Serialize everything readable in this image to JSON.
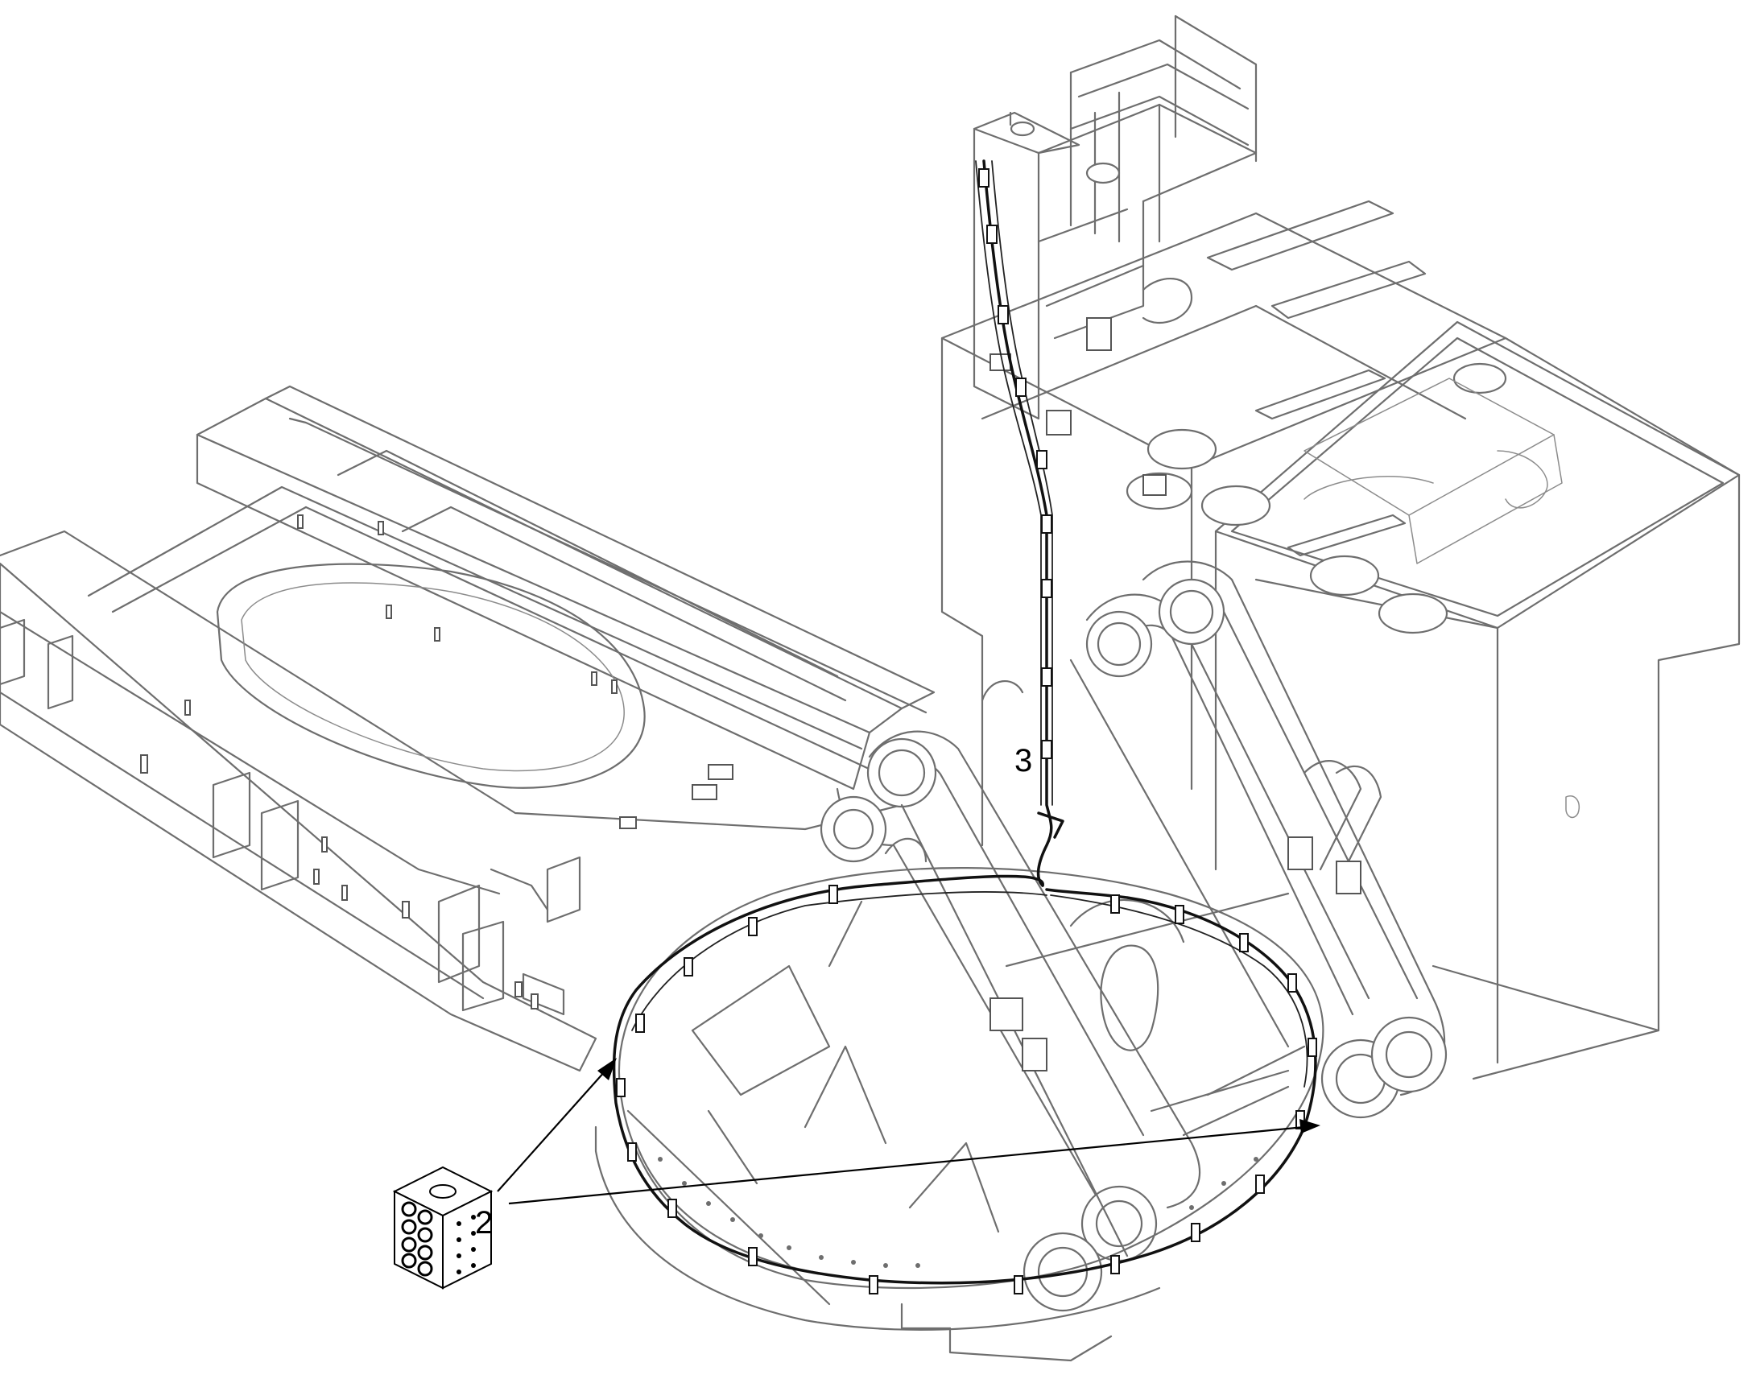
{
  "figure": {
    "callouts": [
      {
        "id": "callout-2",
        "label": "2"
      },
      {
        "id": "callout-3",
        "label": "3"
      }
    ],
    "colors": {
      "line": "#6e6e6e",
      "hose": "#111111",
      "leader": "#000000",
      "background": "#ffffff"
    },
    "icons": [
      "distributor-block-icon"
    ]
  }
}
